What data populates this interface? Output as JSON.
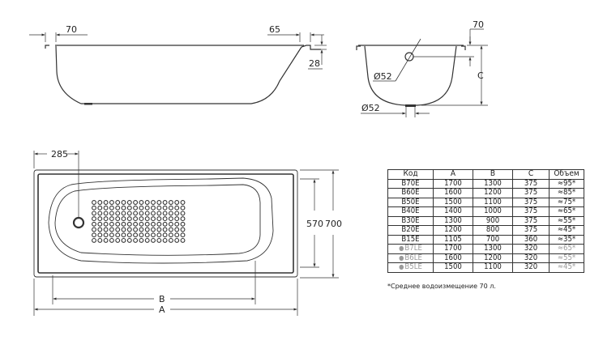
{
  "side_view": {
    "dim_left_offset": "70",
    "dim_right_offset": "65",
    "dim_rim_height": "28"
  },
  "end_view": {
    "dim_top_offset": "70",
    "dim_height_label": "C",
    "overflow_diameter": "Ø52",
    "drain_diameter": "Ø52"
  },
  "top_view": {
    "dim_drain_offset": "285",
    "dim_inner_width": "570",
    "dim_outer_width": "700",
    "dim_inner_length_label": "B",
    "dim_outer_length_label": "A"
  },
  "table": {
    "headers": [
      "Код",
      "A",
      "B",
      "C",
      "Объем"
    ],
    "rows": [
      {
        "code": "B70E",
        "a": "1700",
        "b": "1300",
        "c": "375",
        "volume": "≈95*",
        "light": false
      },
      {
        "code": "B60E",
        "a": "1600",
        "b": "1200",
        "c": "375",
        "volume": "≈85*",
        "light": false
      },
      {
        "code": "B50E",
        "a": "1500",
        "b": "1100",
        "c": "375",
        "volume": "≈75*",
        "light": false
      },
      {
        "code": "B40E",
        "a": "1400",
        "b": "1000",
        "c": "375",
        "volume": "≈65*",
        "light": false
      },
      {
        "code": "B30E",
        "a": "1300",
        "b": "900",
        "c": "375",
        "volume": "≈55*",
        "light": false
      },
      {
        "code": "B20E",
        "a": "1200",
        "b": "800",
        "c": "375",
        "volume": "≈45*",
        "light": false
      },
      {
        "code": "B15E",
        "a": "1105",
        "b": "700",
        "c": "360",
        "volume": "≈35*",
        "light": false
      },
      {
        "code": "B7LE",
        "a": "1700",
        "b": "1300",
        "c": "320",
        "volume": "≈65*",
        "light": true
      },
      {
        "code": "B6LE",
        "a": "1600",
        "b": "1200",
        "c": "320",
        "volume": "≈55*",
        "light": true
      },
      {
        "code": "B5LE",
        "a": "1500",
        "b": "1100",
        "c": "320",
        "volume": "≈45*",
        "light": true
      }
    ],
    "light_row_icon": "water-drop-icon",
    "light_row_icon_glyph": "💧"
  },
  "footnote": "*Среднее водоизмещение 70 л.",
  "colors": {
    "line": "#333333",
    "light_text": "#9a9a9a"
  }
}
